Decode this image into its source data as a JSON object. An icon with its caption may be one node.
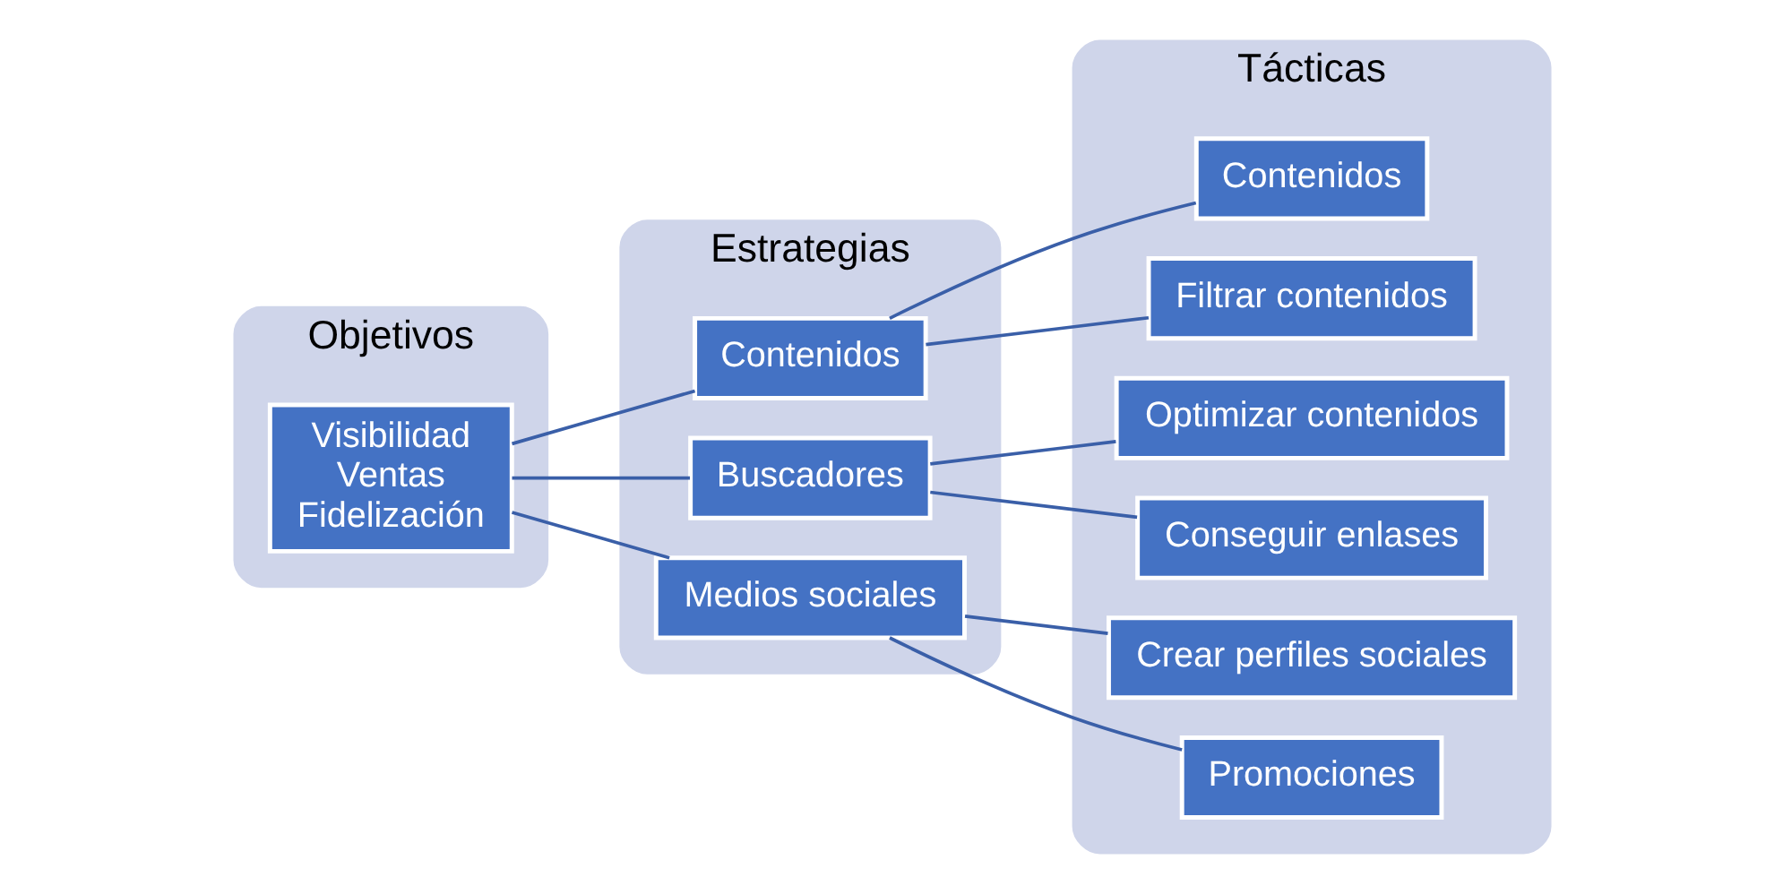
{
  "diagram": {
    "nodes": [
      {
        "text": [
          "Objetivos"
        ]
      },
      {
        "text": [
          "Visibilidad",
          "Ventas",
          "Fidelización"
        ],
        "in": 0
      },
      {
        "text": [
          "Estrategias"
        ]
      },
      {
        "text": [
          "Contenidos"
        ],
        "in": 2
      },
      {
        "text": [
          "Buscadores"
        ],
        "in": 2
      },
      {
        "text": [
          "Medios sociales"
        ],
        "in": 2
      },
      {
        "text": [
          "Tácticas"
        ]
      },
      {
        "text": [
          "Contenidos"
        ],
        "in": 6
      },
      {
        "text": [
          "Filtrar contenidos"
        ],
        "in": 6
      },
      {
        "text": [
          "Optimizar contenidos"
        ],
        "in": 6
      },
      {
        "text": [
          "Conseguir enlases"
        ],
        "in": 6
      },
      {
        "text": [
          "Crear perfiles sociales"
        ],
        "in": 6
      },
      {
        "text": [
          "Promociones"
        ],
        "in": 6
      }
    ],
    "edges": [
      {
        "from": 1,
        "to": 3,
        "arrow": "none"
      },
      {
        "from": 1,
        "to": 4,
        "arrow": "none"
      },
      {
        "from": 1,
        "to": 5,
        "arrow": "none"
      },
      {
        "from": 3,
        "to": 7,
        "arrow": "none"
      },
      {
        "from": 3,
        "to": 8,
        "arrow": "none"
      },
      {
        "from": 4,
        "to": 9,
        "arrow": "none"
      },
      {
        "from": 4,
        "to": 10,
        "arrow": "none"
      },
      {
        "from": 5,
        "to": 11,
        "arrow": "none"
      },
      {
        "from": 5,
        "to": 12,
        "arrow": "none"
      }
    ]
  }
}
